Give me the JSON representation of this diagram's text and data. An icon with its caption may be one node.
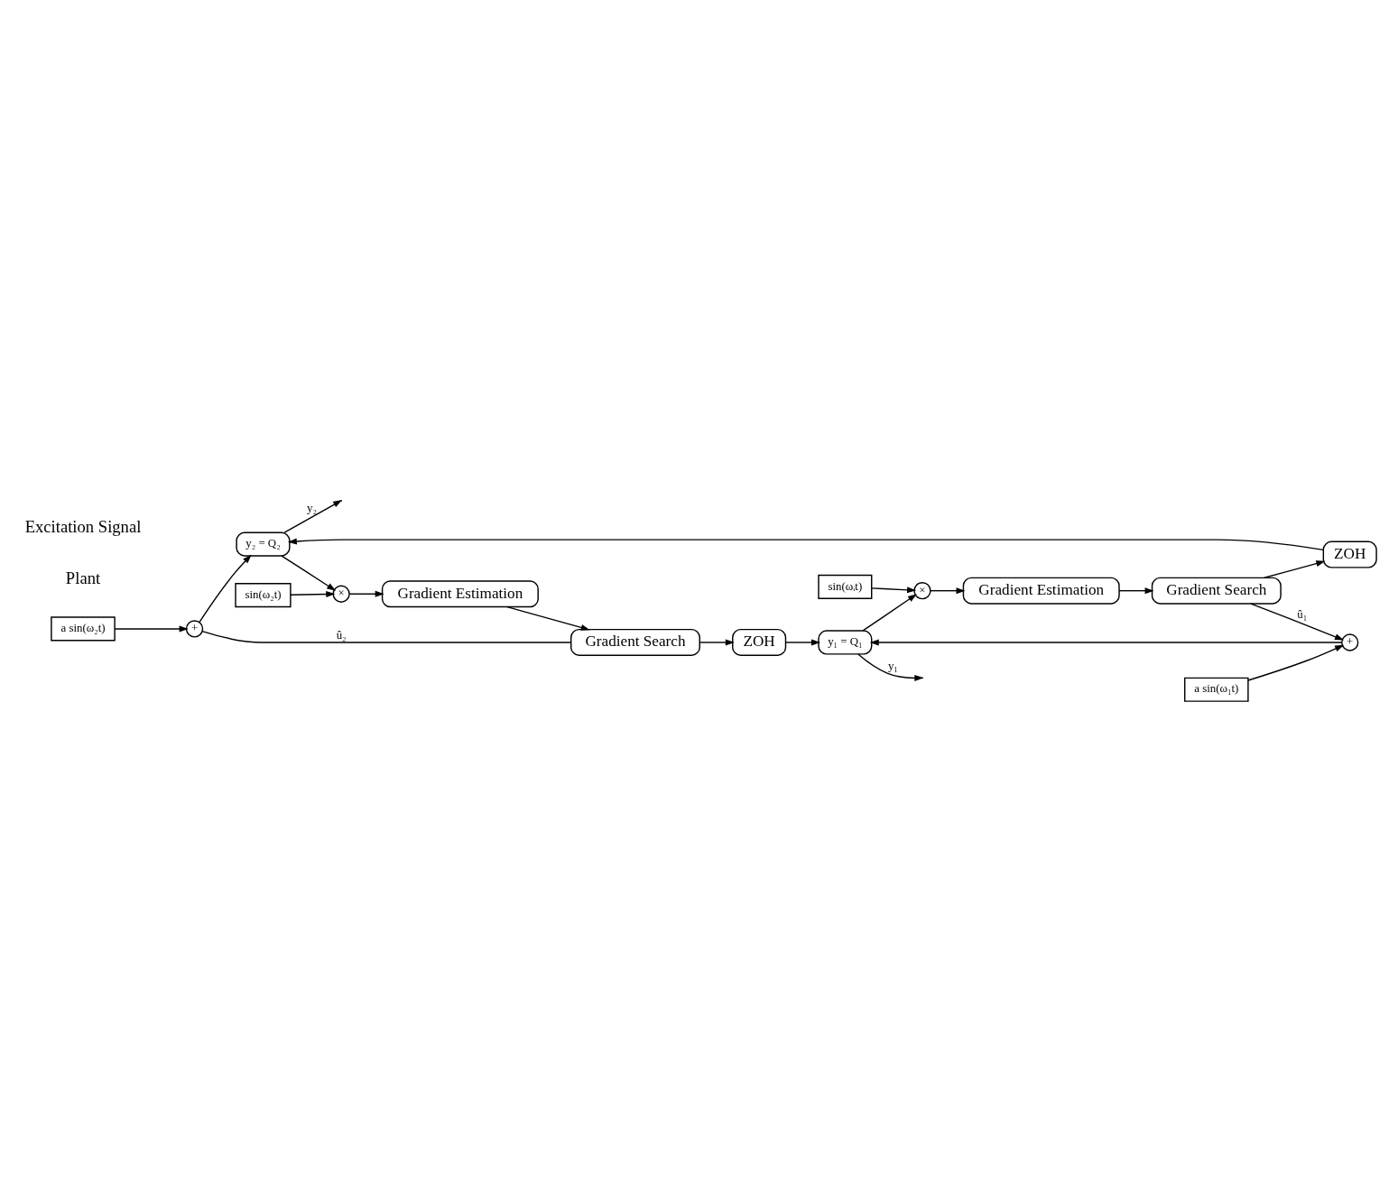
{
  "diagram": {
    "nodes": [
      {
        "text": [
          "a sin(ω₂t)"
        ]
      },
      {
        "text": [
          "sin(ω₂t)"
        ]
      },
      {
        "text": [
          "+"
        ]
      },
      {
        "text": [
          "Gradient Search"
        ]
      },
      {
        "text": [
          "Gradient Estimation"
        ]
      },
      {
        "text": [
          "×"
        ]
      },
      {
        "text": [
          "y₂ = Q₂"
        ]
      },
      {
        "text": [
          "ZOH"
        ]
      },
      {
        "text": [
          "ZOH"
        ]
      },
      {
        "text": [
          "y₁ = Q₁"
        ]
      },
      {
        "text": [
          "Gradient Search"
        ]
      },
      {
        "text": [
          "Gradient Estimation"
        ]
      },
      {
        "text": [
          "×"
        ]
      },
      {
        "text": [
          "+"
        ]
      },
      {
        "text": [
          "a sin(ω₁t)"
        ]
      },
      {
        "text": [
          "sin(ωᵢt)"
        ]
      }
    ],
    "edges": [
      {
        "from": 0,
        "to": 2,
        "arrow": "to"
      },
      {
        "from": 1,
        "to": 5,
        "arrow": "to"
      },
      {
        "from": 6,
        "to": 5,
        "arrow": "to"
      },
      {
        "from": 6,
        "to": null,
        "arrow": "to",
        "label": "y₂"
      },
      {
        "from": 5,
        "to": 4,
        "arrow": "to"
      },
      {
        "from": 4,
        "to": 3,
        "arrow": "to"
      },
      {
        "from": 3,
        "to": 2,
        "arrow": "none",
        "label": "û₂"
      },
      {
        "from": 3,
        "to": 7,
        "arrow": "to"
      },
      {
        "from": 2,
        "to": 6,
        "arrow": "to"
      },
      {
        "from": 8,
        "to": 6,
        "arrow": "to"
      },
      {
        "from": 7,
        "to": 9,
        "arrow": "to"
      },
      {
        "from": 9,
        "to": null,
        "arrow": "to",
        "label": "y₁"
      },
      {
        "from": 9,
        "to": 12,
        "arrow": "to"
      },
      {
        "from": 15,
        "to": 12,
        "arrow": "to"
      },
      {
        "from": 12,
        "to": 11,
        "arrow": "to"
      },
      {
        "from": 11,
        "to": 10,
        "arrow": "to"
      },
      {
        "from": 10,
        "to": 13,
        "arrow": "to",
        "label": "û₁"
      },
      {
        "from": 10,
        "to": 8,
        "arrow": "to"
      },
      {
        "from": 14,
        "to": 13,
        "arrow": "to"
      },
      {
        "from": 13,
        "to": 9,
        "arrow": "to"
      }
    ],
    "labels": [
      "Plant",
      "Excitation Signal"
    ]
  }
}
